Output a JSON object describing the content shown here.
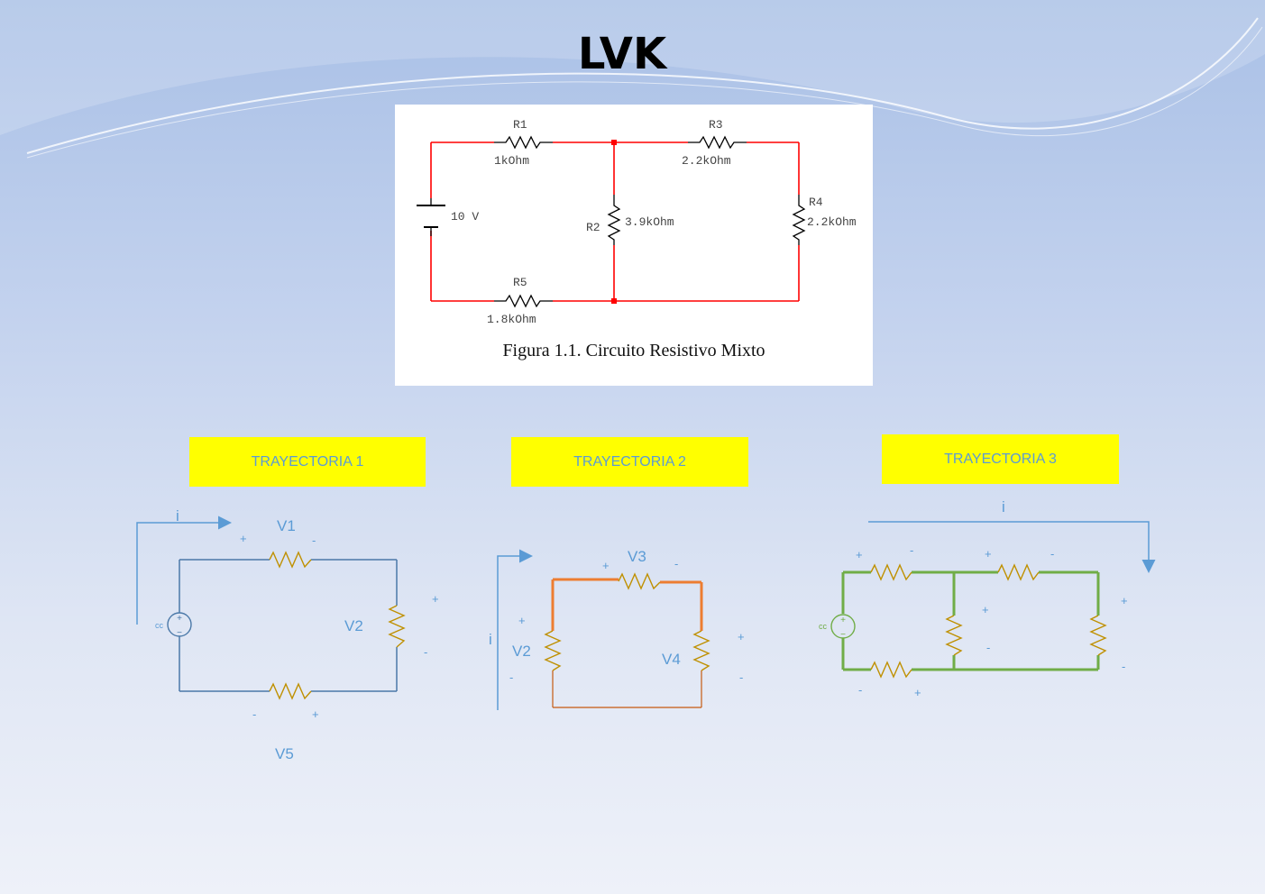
{
  "slide": {
    "title": "LVK"
  },
  "figure": {
    "caption": "Figura 1.1. Circuito Resistivo Mixto",
    "source_label": "10 V",
    "resistors": [
      {
        "name": "R1",
        "value": "1kOhm"
      },
      {
        "name": "R2",
        "value": "3.9kOhm"
      },
      {
        "name": "R3",
        "value": "2.2kOhm"
      },
      {
        "name": "R4",
        "value": "2.2kOhm"
      },
      {
        "name": "R5",
        "value": "1.8kOhm"
      }
    ]
  },
  "trayectorias": [
    {
      "title": "TRAYECTORIA 1",
      "current": "i",
      "source": "cc",
      "voltages": {
        "v1": "V1",
        "v2": "V2",
        "v5": "V5"
      },
      "signs": {
        "plus": "+",
        "minus": "-"
      },
      "wire_color": "#4a78a8"
    },
    {
      "title": "TRAYECTORIA 2",
      "current": "i",
      "voltages": {
        "v2": "V2",
        "v3": "V3",
        "v4": "V4"
      },
      "signs": {
        "plus": "+",
        "minus": "-"
      },
      "wire_color": "#ed7d31"
    },
    {
      "title": "TRAYECTORIA 3",
      "current": "i",
      "source": "cc",
      "signs": {
        "plus": "+",
        "minus": "-"
      },
      "wire_color": "#70ad47"
    }
  ],
  "colors": {
    "label_blue": "#5b9bd5",
    "highlight": "#ffff00",
    "resistor_gold": "#bf9000",
    "circuit_red": "#ff0000"
  },
  "icons": {
    "resistor": "zigzag-resistor-icon",
    "source": "dc-voltage-source-icon",
    "current_arrow": "arrow-icon"
  }
}
